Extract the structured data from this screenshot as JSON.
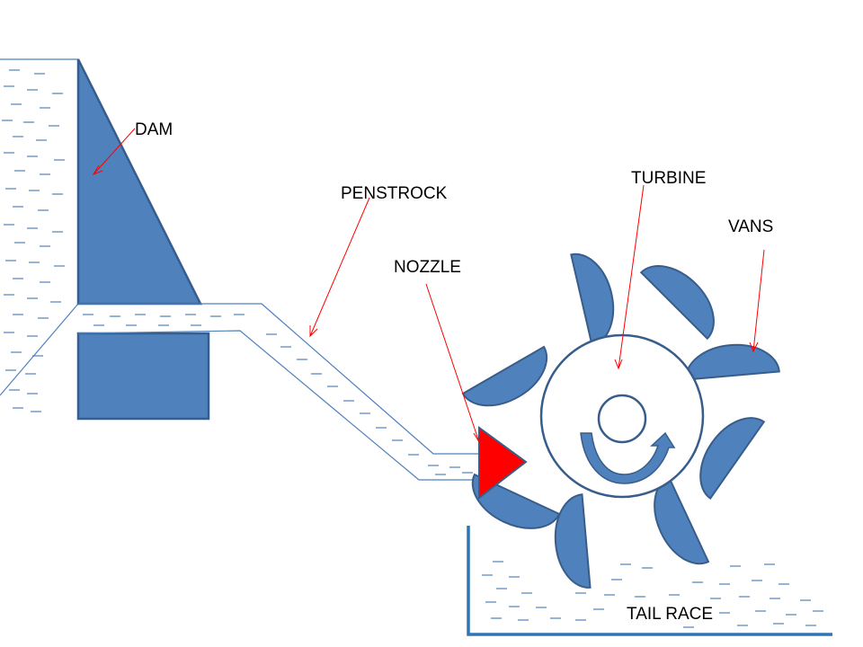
{
  "labels": {
    "dam": "DAM",
    "penstock": "PENSTROCK",
    "nozzle": "NOZZLE",
    "turbine": "TURBINE",
    "vans": "VANS",
    "tail_race": "TAIL RACE"
  },
  "colors": {
    "shape_fill": "#4f81bd",
    "shape_stroke": "#385d8a",
    "water_line": "#4f81bd",
    "pointer": "#ff0000",
    "nozzle": "#ff0000"
  }
}
